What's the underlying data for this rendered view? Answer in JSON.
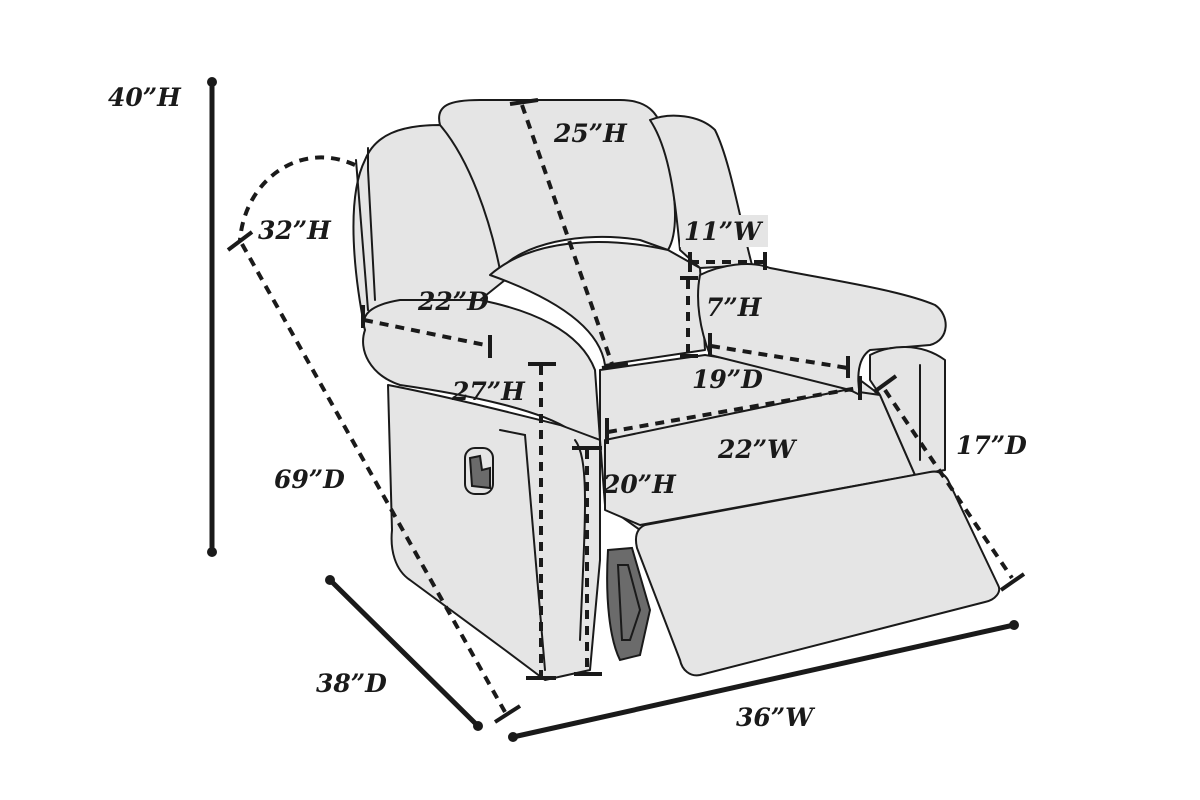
{
  "diagram": {
    "subject": "Recliner chair dimensions",
    "colors": {
      "line": "#1a1a1a",
      "upholstery": "#e5e5e5",
      "mechanism": "#6b6b6b",
      "background": "#ffffff"
    },
    "dimensions": {
      "overall_height": "40”H",
      "reclined_back_height": "32”H",
      "back_height": "25”H",
      "arm_width": "11”W",
      "arm_depth": "22”D",
      "arm_height_above_seat": "7”H",
      "seat_depth": "19”D",
      "arm_height": "27”H",
      "seat_width": "22”W",
      "footrest_depth": "17”D",
      "seat_height": "20”H",
      "reclined_depth": "69”D",
      "overall_depth": "38”D",
      "overall_width": "36”W"
    }
  }
}
